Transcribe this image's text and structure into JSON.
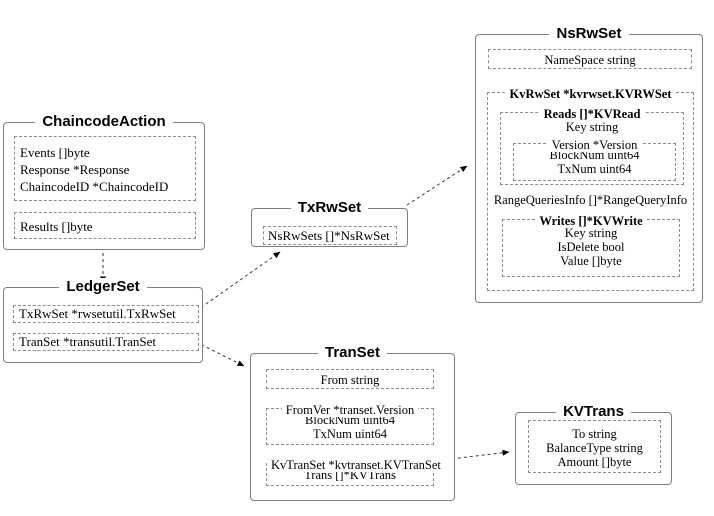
{
  "boxes": {
    "chaincodeAction": {
      "title": "ChaincodeAction",
      "fields": [
        "Events []byte",
        "Response *Response",
        "ChaincodeID *ChaincodeID"
      ],
      "results": [
        "Results []byte"
      ]
    },
    "ledgerSet": {
      "title": "LedgerSet",
      "fields": [
        "TxRwSet *rwsetutil.TxRwSet",
        "TranSet *transutil.TranSet"
      ]
    },
    "txRwSet": {
      "title": "TxRwSet",
      "fields": [
        "NsRwSets []*NsRwSet"
      ]
    },
    "nsRwSet": {
      "title": "NsRwSet",
      "namespace": "NameSpace string",
      "kvRwSet": {
        "header": "KvRwSet *kvrwset.KVRWSet",
        "reads": {
          "header": "Reads []*KVRead",
          "key": "Key string",
          "version": {
            "header": "Version *Version",
            "lines": [
              "BlockNum uint64",
              "TxNum uint64"
            ]
          }
        },
        "rangeQueriesInfo": "RangeQueriesInfo []*RangeQueryInfo",
        "writes": {
          "header": "Writes []*KVWrite",
          "lines": [
            "Key string",
            "IsDelete bool",
            "Value []byte"
          ]
        }
      }
    },
    "tranSet": {
      "title": "TranSet",
      "from": "From string",
      "fromVer": {
        "header": "FromVer *transet.Version",
        "lines": [
          "BlockNum uint64",
          "TxNum uint64"
        ]
      },
      "kvTranSet": {
        "header": "KvTranSet *kvtranset.KVTranSet",
        "lines": [
          "Trans []*KVTrans"
        ]
      }
    },
    "kvTrans": {
      "title": "KVTrans",
      "lines": [
        "To string",
        "BalanceType string",
        "Amount []byte"
      ]
    }
  },
  "edges": [
    {
      "from": "ChaincodeAction.Results",
      "to": "LedgerSet"
    },
    {
      "from": "LedgerSet.TxRwSet",
      "to": "TxRwSet"
    },
    {
      "from": "TxRwSet",
      "to": "NsRwSet"
    },
    {
      "from": "LedgerSet.TranSet",
      "to": "TranSet"
    },
    {
      "from": "TranSet.KvTranSet",
      "to": "KVTrans"
    }
  ],
  "colors": {
    "background": "#ffffff",
    "solidBorder": "#7f7f7f",
    "dashedBorder": "#8c8c8c",
    "text": "#000000",
    "connector": "#3a3a3a"
  }
}
